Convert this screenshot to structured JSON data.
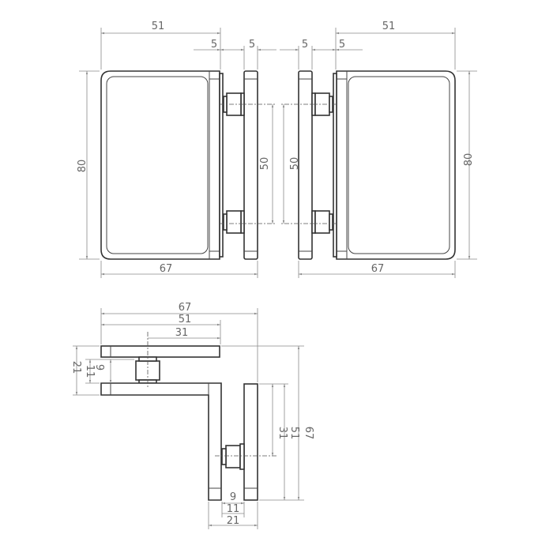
{
  "title": "Glass clamp hinge technical drawing",
  "line_color": "#333333",
  "dimension_color": "#8a8a8a",
  "front_view_left": {
    "width_body": "51",
    "plate_gap_1": "5",
    "plate_gap_2": "5",
    "height": "80",
    "pin_spacing": "50",
    "total_width": "67"
  },
  "front_view_right": {
    "width_body": "51",
    "plate_gap_1": "5",
    "plate_gap_2": "5",
    "height": "80",
    "pin_spacing": "50",
    "total_width": "67"
  },
  "top_view": {
    "total_width": "67",
    "body_width": "51",
    "pin_offset": "31",
    "left_height": "21",
    "left_gap": "11",
    "left_pin": "9",
    "right_pin_offset": "31",
    "right_body": "51",
    "right_total": "67",
    "bottom_pin": "9",
    "bottom_gap": "11",
    "bottom_total": "21"
  }
}
